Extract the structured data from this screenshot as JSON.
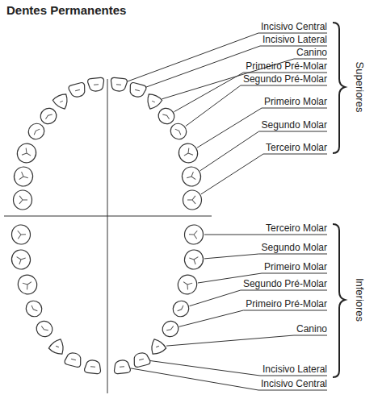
{
  "diagram": {
    "title": "Dentes Permanentes",
    "labels": [
      "Incisivo Central",
      "Incisivo Lateral",
      "Canino",
      "Primeiro Pré-Molar",
      "Segundo Pré-Molar",
      "Primeiro Molar",
      "Segundo Molar",
      "Terceiro Molar",
      "Superiores",
      "Terceiro Molar",
      "Segundo Molar",
      "Primeiro Molar",
      "Segundo Pré-Molar",
      "Primeiro Pré-Molar",
      "Canino",
      "Incisivo Lateral",
      "Incisivo Central",
      "Inferiores"
    ]
  }
}
